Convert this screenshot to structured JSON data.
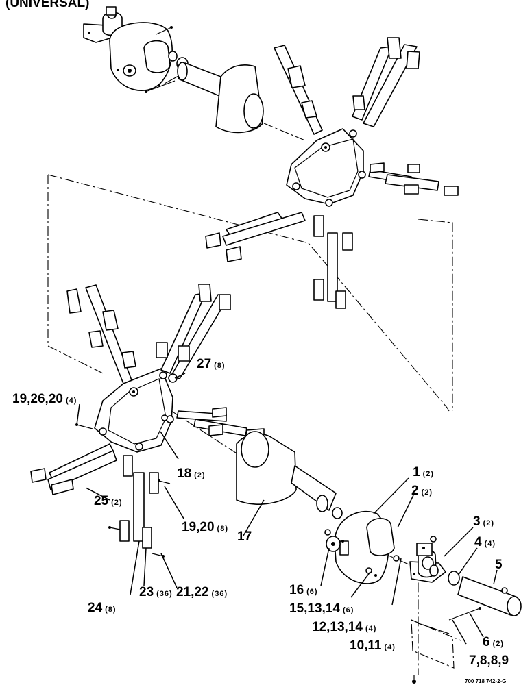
{
  "title": "(UNIVERSAL)",
  "figure_ref": "700 718 742-2-G",
  "callouts": [
    {
      "id": "c1",
      "num": "1",
      "qty": "(2)"
    },
    {
      "id": "c2",
      "num": "2",
      "qty": "(2)"
    },
    {
      "id": "c3",
      "num": "3",
      "qty": "(2)"
    },
    {
      "id": "c4",
      "num": "4",
      "qty": "(4)"
    },
    {
      "id": "c5",
      "num": "5",
      "qty": ""
    },
    {
      "id": "c6",
      "num": "6",
      "qty": "(2)"
    },
    {
      "id": "c7",
      "num": "7,8,8,9",
      "qty": ""
    },
    {
      "id": "c10",
      "num": "10,11",
      "qty": "(4)"
    },
    {
      "id": "c12",
      "num": "12,13,14",
      "qty": "(4)"
    },
    {
      "id": "c15",
      "num": "15,13,14",
      "qty": "(6)"
    },
    {
      "id": "c16",
      "num": "16",
      "qty": "(6)"
    },
    {
      "id": "c17",
      "num": "17",
      "qty": ""
    },
    {
      "id": "c18",
      "num": "18",
      "qty": "(2)"
    },
    {
      "id": "c19a",
      "num": "19,26,20",
      "qty": "(4)"
    },
    {
      "id": "c19b",
      "num": "19,20",
      "qty": "(8)"
    },
    {
      "id": "c21",
      "num": "21,22",
      "qty": "(36)"
    },
    {
      "id": "c23",
      "num": "23",
      "qty": "(36)"
    },
    {
      "id": "c24",
      "num": "24",
      "qty": "(8)"
    },
    {
      "id": "c25",
      "num": "25",
      "qty": "(2)"
    },
    {
      "id": "c27",
      "num": "27",
      "qty": "(8)"
    }
  ]
}
